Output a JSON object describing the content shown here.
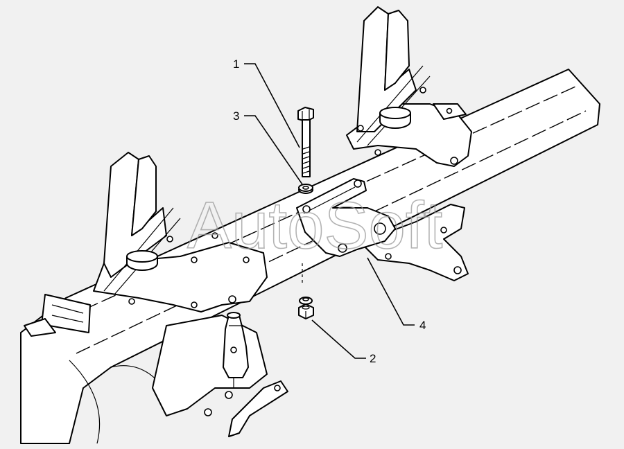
{
  "watermark": "AutoSoft",
  "callouts": {
    "c1": "1",
    "c2": "2",
    "c3": "3",
    "c4": "4"
  },
  "colors": {
    "background": "#f1f1f1",
    "line": "#000000",
    "fill": "#ffffff",
    "watermark": "#9a9a9a"
  }
}
